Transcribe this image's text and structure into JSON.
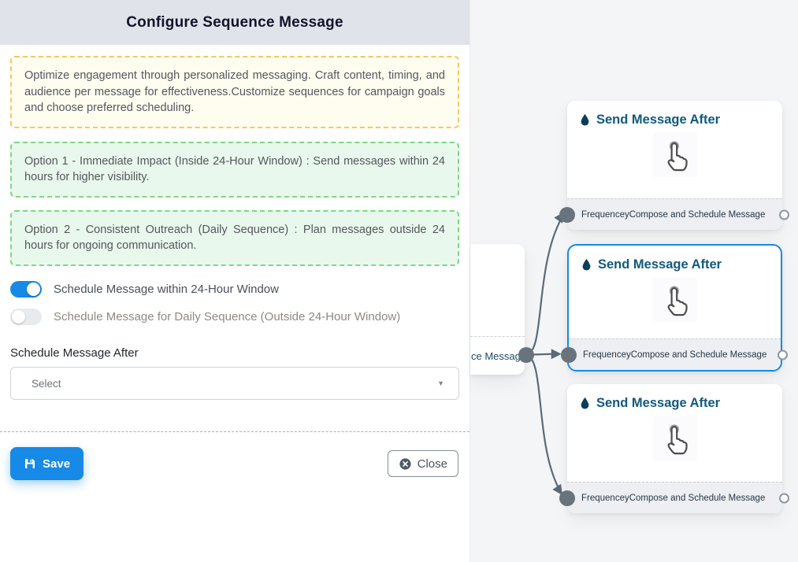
{
  "panel": {
    "title": "Configure Sequence Message",
    "info_note": "Optimize engagement through personalized messaging. Craft content, timing, and audience per message for effectiveness.Customize sequences for campaign goals and choose preferred scheduling.",
    "option1": "Option 1 - Immediate Impact (Inside 24-Hour Window) : Send messages within 24 hours for higher visibility.",
    "option2": "Option 2 - Consistent Outreach (Daily Sequence) : Plan messages outside 24 hours for ongoing communication.",
    "toggle_within": {
      "label": "Schedule Message within 24-Hour Window",
      "state": "on"
    },
    "toggle_daily": {
      "label": "Schedule Message for Daily Sequence (Outside 24-Hour Window)",
      "state": "off"
    },
    "schedule_after_label": "Schedule Message After",
    "select_value": "Select",
    "save_label": "Save",
    "close_label": "Close"
  },
  "canvas": {
    "source_node": {
      "footer_label": "ce Message"
    },
    "nodes": [
      {
        "title": "Send Message After",
        "footer_left": "Frequencey",
        "footer_right": "Compose and Schedule Message",
        "selected": false
      },
      {
        "title": "Send Message After",
        "footer_left": "Frequencey",
        "footer_right": "Compose and Schedule Message",
        "selected": true
      },
      {
        "title": "Send Message After",
        "footer_left": "Frequencey",
        "footer_right": "Compose and Schedule Message",
        "selected": false
      }
    ]
  },
  "icons": {
    "save": "floppy-disk",
    "close": "circle-x",
    "select_caret": "caret-down",
    "node_badge": "water-drop",
    "node_center": "hand-tap"
  },
  "colors": {
    "accent_blue": "#1789e6",
    "header_bg": "#e0e3e9",
    "canvas_bg": "#f4f5f7",
    "edge": "#5b6a78",
    "node_title": "#11597f",
    "orange_border": "#f7c75f",
    "orange_bg": "#fefdf0",
    "green_border": "#79da83",
    "green_bg": "#e9f8ec",
    "footer_bg": "#edeff2"
  }
}
